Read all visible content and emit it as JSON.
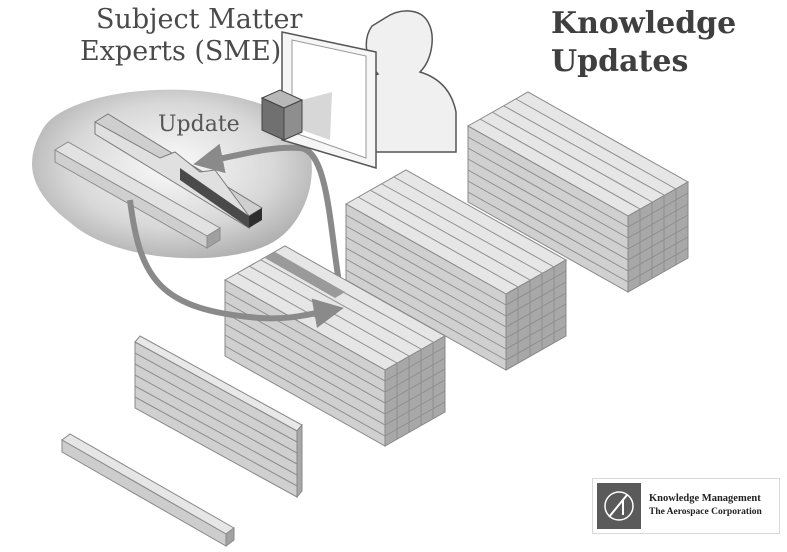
{
  "labels": {
    "sme_line1": "Subject Matter",
    "sme_line2": "Experts (SME)",
    "update": "Update"
  },
  "title": {
    "line1": "Knowledge",
    "line2": "Updates"
  },
  "logo": {
    "line1": "Knowledge Management",
    "line2": "The Aerospace Corporation"
  },
  "colors": {
    "block_face": "#d2d2d2",
    "block_side": "#a8a8a8",
    "block_top": "#e6e6e6",
    "arrow": "#8a8a8a",
    "dark_bar": "#4a4a4a"
  }
}
